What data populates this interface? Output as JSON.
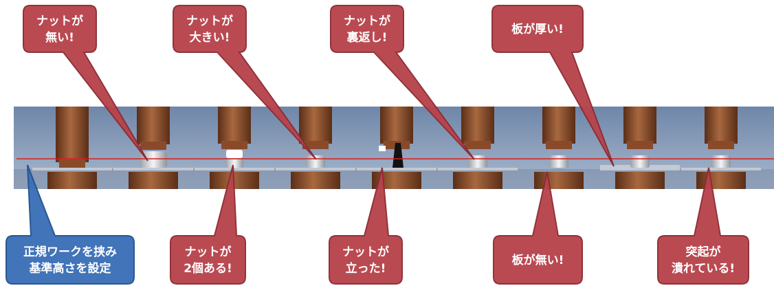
{
  "scene": {
    "colors": {
      "sky_top": "#6f86a8",
      "sky_bottom": "#a9b9cf",
      "floor": "#7a8ba6",
      "wood_dark": "#5a2e17",
      "wood_mid": "#8a4a2a",
      "wood_light": "#a8683f",
      "plate": "#c9ccd3",
      "nut": "#e8e8ea",
      "reference_line": "#d81e1e",
      "callout_red": "#b8434b",
      "callout_red_edge": "#8c2b33",
      "callout_blue": "#3a6fb7",
      "callout_blue_edge": "#23518f"
    }
  },
  "callouts": [
    {
      "id": "no-nut",
      "lines": [
        "ナットが",
        "無い!"
      ]
    },
    {
      "id": "big-nut",
      "lines": [
        "ナットが",
        "大きい!"
      ]
    },
    {
      "id": "flipped-nut",
      "lines": [
        "ナットが",
        "裏返し!"
      ]
    },
    {
      "id": "thick-plate",
      "lines": [
        "板が厚い!"
      ]
    },
    {
      "id": "reference",
      "lines": [
        "正規ワークを挟み",
        "基準高さを設定"
      ]
    },
    {
      "id": "two-nuts",
      "lines": [
        "ナットが",
        "2個ある!"
      ]
    },
    {
      "id": "standing-nut",
      "lines": [
        "ナットが",
        "立った!"
      ]
    },
    {
      "id": "no-plate",
      "lines": [
        "板が無い!"
      ]
    },
    {
      "id": "crushed-bump",
      "lines": [
        "突起が",
        "潰れている!"
      ]
    }
  ]
}
